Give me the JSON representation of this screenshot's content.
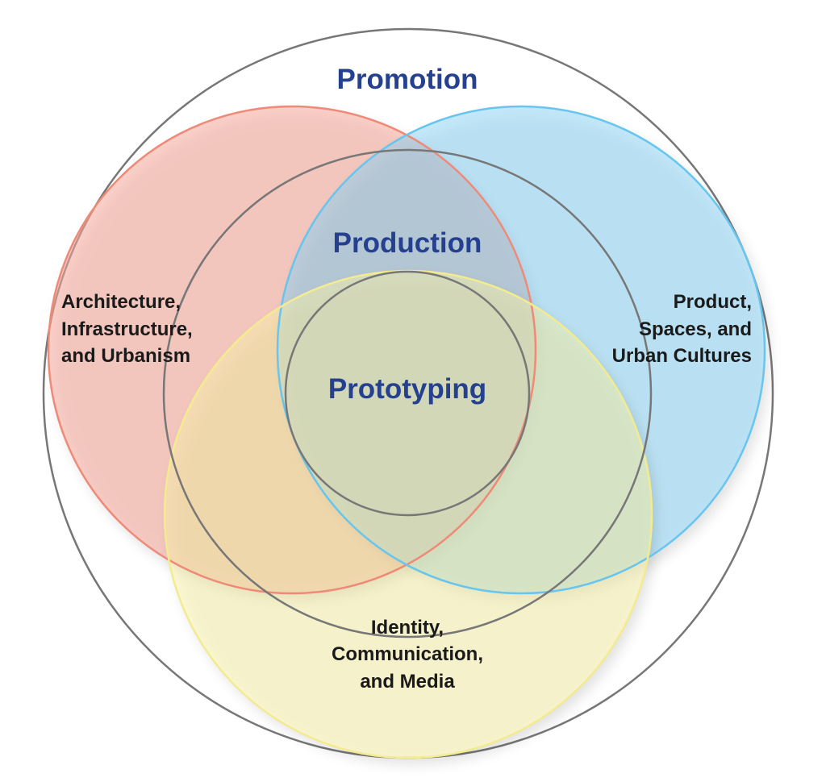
{
  "colors": {
    "label_blue": "#24408e",
    "label_black": "#1a1a1a",
    "ring_stroke": "#777777",
    "red_fill": "#f5a99a",
    "red_stroke": "#ef8a78",
    "blue_fill": "#86d1f5",
    "blue_stroke": "#67c5ee",
    "yellow_fill": "#fbf3a8",
    "yellow_stroke": "#f3eb90"
  },
  "rings": {
    "outer": "Promotion",
    "middle": "Production",
    "inner": "Prototyping"
  },
  "domains": {
    "left": [
      "Architecture,",
      "Infrastructure,",
      "and Urbanism"
    ],
    "right": [
      "Product,",
      "Spaces, and",
      "Urban Cultures"
    ],
    "bottom": [
      "Identity,",
      "Communication,",
      "and Media"
    ]
  }
}
